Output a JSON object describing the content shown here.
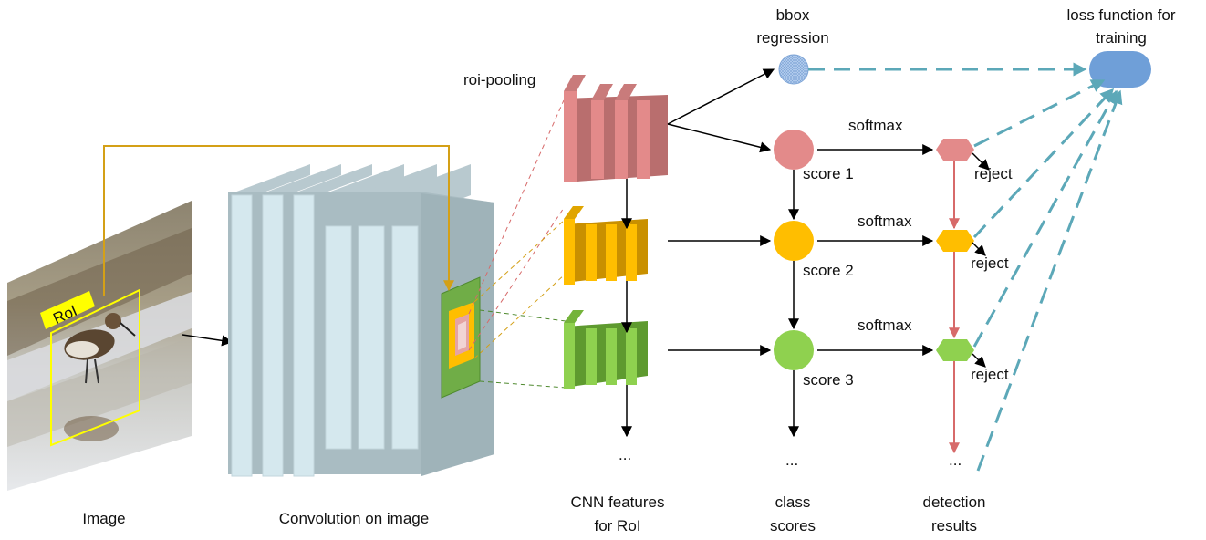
{
  "labels": {
    "roi_tag": "RoI",
    "roi_pooling": "roi-pooling",
    "bbox_line1": "bbox",
    "bbox_line2": "regression",
    "loss_line1": "loss function for",
    "loss_line2": "training",
    "softmax_1": "softmax",
    "softmax_2": "softmax",
    "softmax_3": "softmax",
    "score_1": "score 1",
    "score_2": "score 2",
    "score_3": "score 3",
    "reject_1": "reject",
    "reject_2": "reject",
    "reject_3": "reject",
    "ellipsis_features": "...",
    "ellipsis_scores": "...",
    "ellipsis_results": "...",
    "caption_image": "Image",
    "caption_conv": "Convolution on image",
    "caption_features_1": "CNN features",
    "caption_features_2": "for RoI",
    "caption_scores_1": "class",
    "caption_scores_2": "scores",
    "caption_results_1": "detection",
    "caption_results_2": "results"
  },
  "colors": {
    "conv_front": "#d5e8ee",
    "conv_side": "#a9bcc2",
    "roi_yellow": "#ffff00",
    "roi_line": "#d4a017",
    "feature_red": "#e38a8a",
    "feature_orange": "#ffbe00",
    "feature_green": "#8fd14f",
    "bbox_blue": "#a8c5ea",
    "loss_blue": "#6f9fd8",
    "dashed_teal": "#5ca8b8",
    "result_line": "#d76a6a"
  }
}
